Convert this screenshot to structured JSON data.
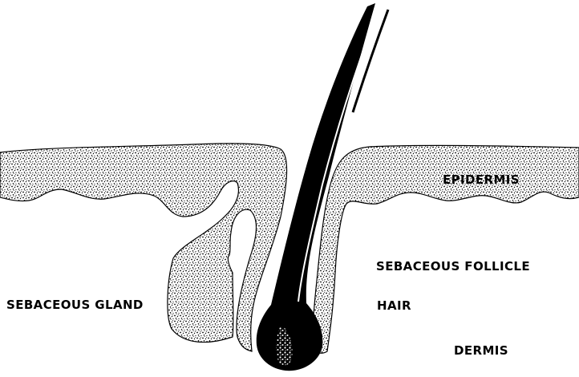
{
  "diagram": {
    "labels": {
      "epidermis": "EPIDERMIS",
      "sebaceous_follicle": "SEBACEOUS FOLLICLE",
      "sebaceous_gland": "SEBACEOUS GLAND",
      "hair": "HAIR",
      "dermis": "DERMIS"
    },
    "colors": {
      "ink": "#000000",
      "background": "#ffffff",
      "stipple": "#000000"
    }
  }
}
